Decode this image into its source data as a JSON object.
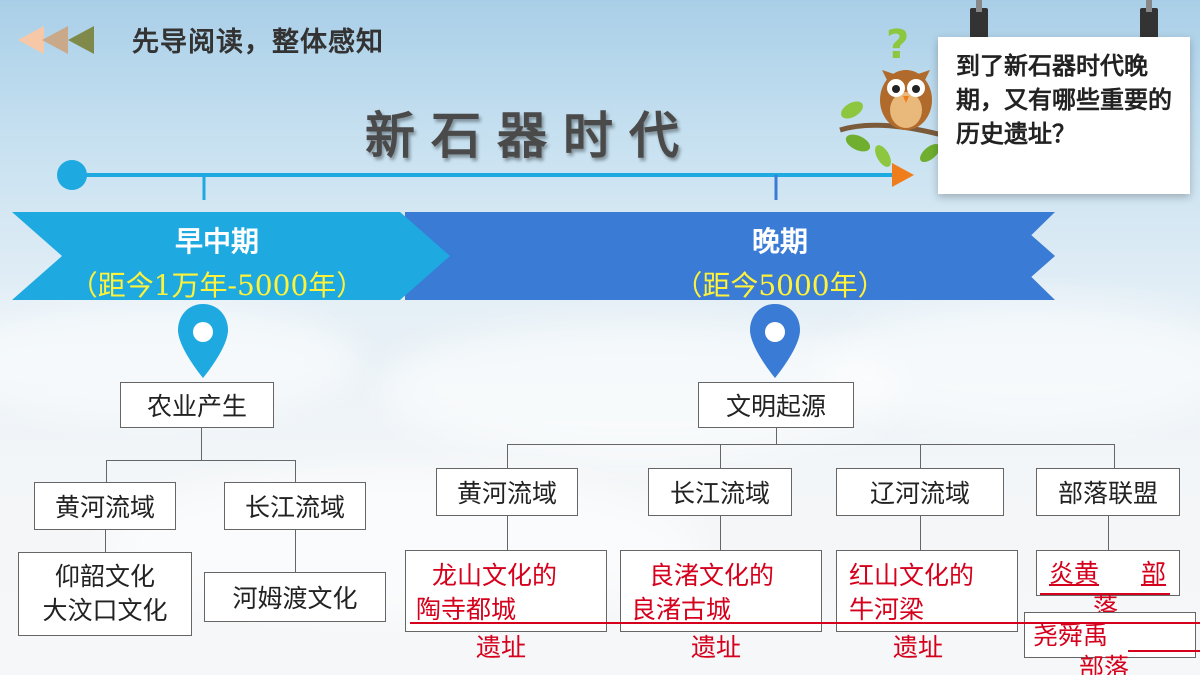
{
  "header": {
    "title": "先导阅读，整体感知"
  },
  "diagram": {
    "title": "新石器时代",
    "question": "到了新石器时代晚期，又有哪些重要的历史遗址？",
    "stages": [
      {
        "title": "早中期",
        "subtitle": "（距今1万年-5000年）"
      },
      {
        "title": "晚期",
        "subtitle": "（距今5000年）"
      }
    ],
    "early": {
      "root": "农业产生",
      "regions": [
        {
          "label": "黄河流域",
          "cultures": [
            "仰韶文化",
            "大汶口文化"
          ]
        },
        {
          "label": "长江流域",
          "cultures": [
            "河姆渡文化"
          ]
        }
      ]
    },
    "late": {
      "root": "文明起源",
      "regions": [
        {
          "label": "黄河流域",
          "site": [
            "龙山文化的",
            "陶寺都城",
            "遗址"
          ]
        },
        {
          "label": "长江流域",
          "site": [
            "良渚文化的",
            "良渚古城",
            "遗址"
          ]
        },
        {
          "label": "辽河流域",
          "site": [
            "红山文化的",
            "牛河梁",
            "遗址"
          ]
        },
        {
          "label": "部落联盟",
          "site": [
            "炎黄",
            "部",
            "落",
            "尧舜禹",
            "部落"
          ]
        }
      ]
    }
  },
  "colors": {
    "early_band": "#1ea9e1",
    "late_band": "#3a7bd5",
    "timeline": "#1ea9e1",
    "arrow_tip": "#f07d1c",
    "site_text": "#d5001c",
    "subtitle_text": "#fff23a"
  }
}
